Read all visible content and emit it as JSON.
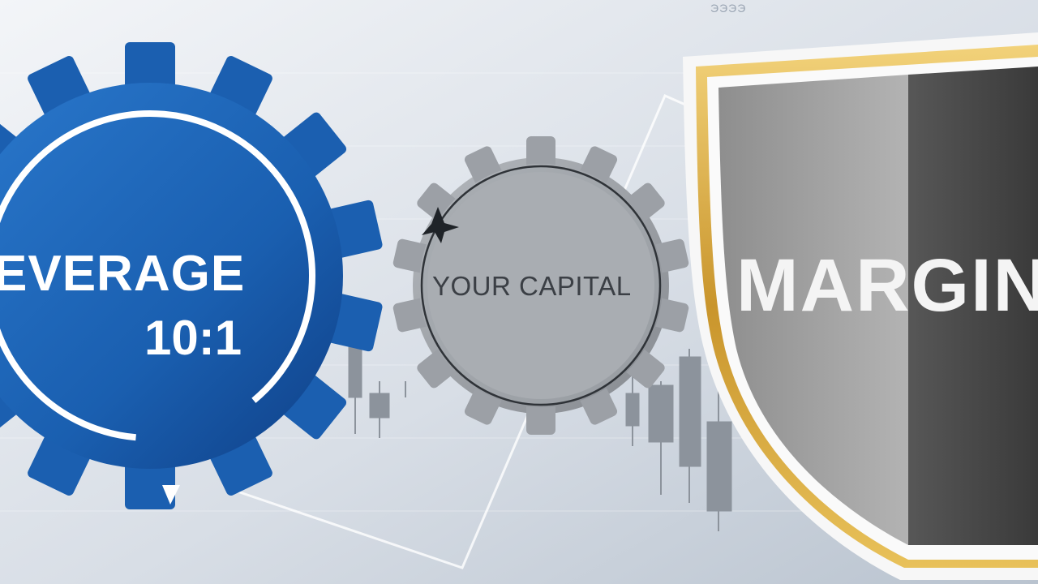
{
  "labels": {
    "top_code": "ЭЭЭЭ",
    "leverage_line1": "EVERAGE",
    "leverage_line2": "10:1",
    "capital": "YOUR CAPITAL",
    "margin": "MARGIN"
  },
  "colors": {
    "background_light": "#eef1f5",
    "background_dark": "#b9c3cf",
    "blue_gear": "#1a63b5",
    "blue_gear_dark": "#0f3f86",
    "gray_gear": "#9a9ea4",
    "shield_light": "#a6a6a6",
    "shield_dark": "#4a4a4a",
    "shield_gold": "#e2b54a",
    "text_white": "#ffffff",
    "text_dark": "#3b3f45"
  },
  "icons": [
    "blue-gear-icon",
    "gray-gear-icon",
    "shield-icon",
    "candlestick-chart-icon",
    "spark-icon"
  ]
}
